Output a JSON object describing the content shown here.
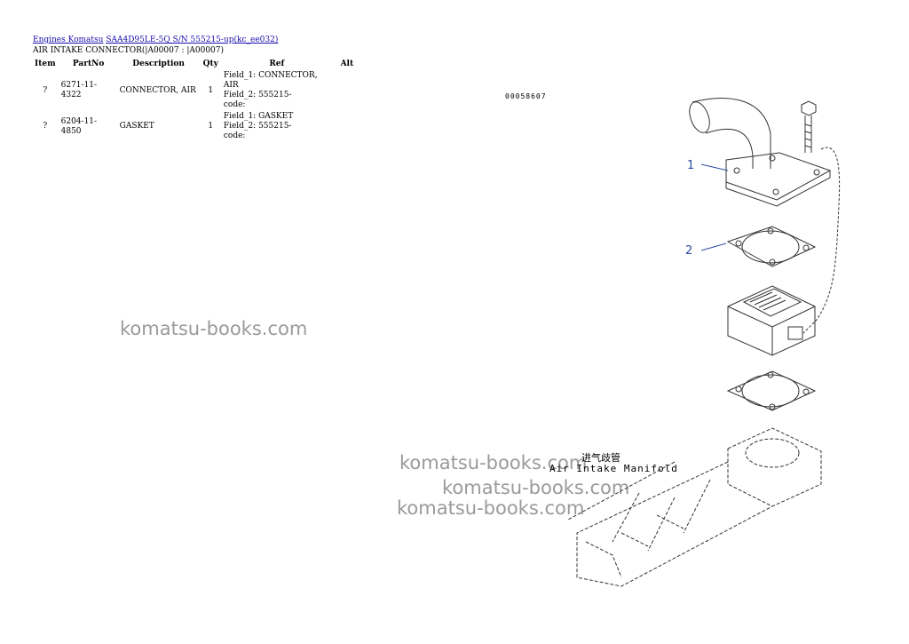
{
  "breadcrumb": {
    "link1": "Engines Komatsu",
    "link2": "SAA4D95LE-5Q S/N 555215-up(kc_ee032)"
  },
  "subtitle": "AIR INTAKE CONNECTOR(|A00007 : |A00007)",
  "table": {
    "headers": [
      "Item",
      "PartNo",
      "Description",
      "Qty",
      "Ref",
      "Alt"
    ],
    "rows": [
      {
        "item": "?",
        "partno": "6271-11-4322",
        "description": "CONNECTOR, AIR",
        "qty": "1",
        "ref_line1": "Field_1: CONNECTOR, AIR",
        "ref_line2": "Field_2: 555215-",
        "ref_line3": "code:",
        "alt": ""
      },
      {
        "item": "?",
        "partno": "6204-11-4850",
        "description": "GASKET",
        "qty": "1",
        "ref_line1": "Field_1: GASKET",
        "ref_line2": "Field_2: 555215-",
        "ref_line3": "code:",
        "alt": ""
      }
    ]
  },
  "watermark": "komatsu-books.com",
  "diagram": {
    "id": "00058607",
    "callout1": "1",
    "callout2": "2",
    "manifold_zh": "进气歧管",
    "manifold_en": "Air Intake Manifold"
  }
}
